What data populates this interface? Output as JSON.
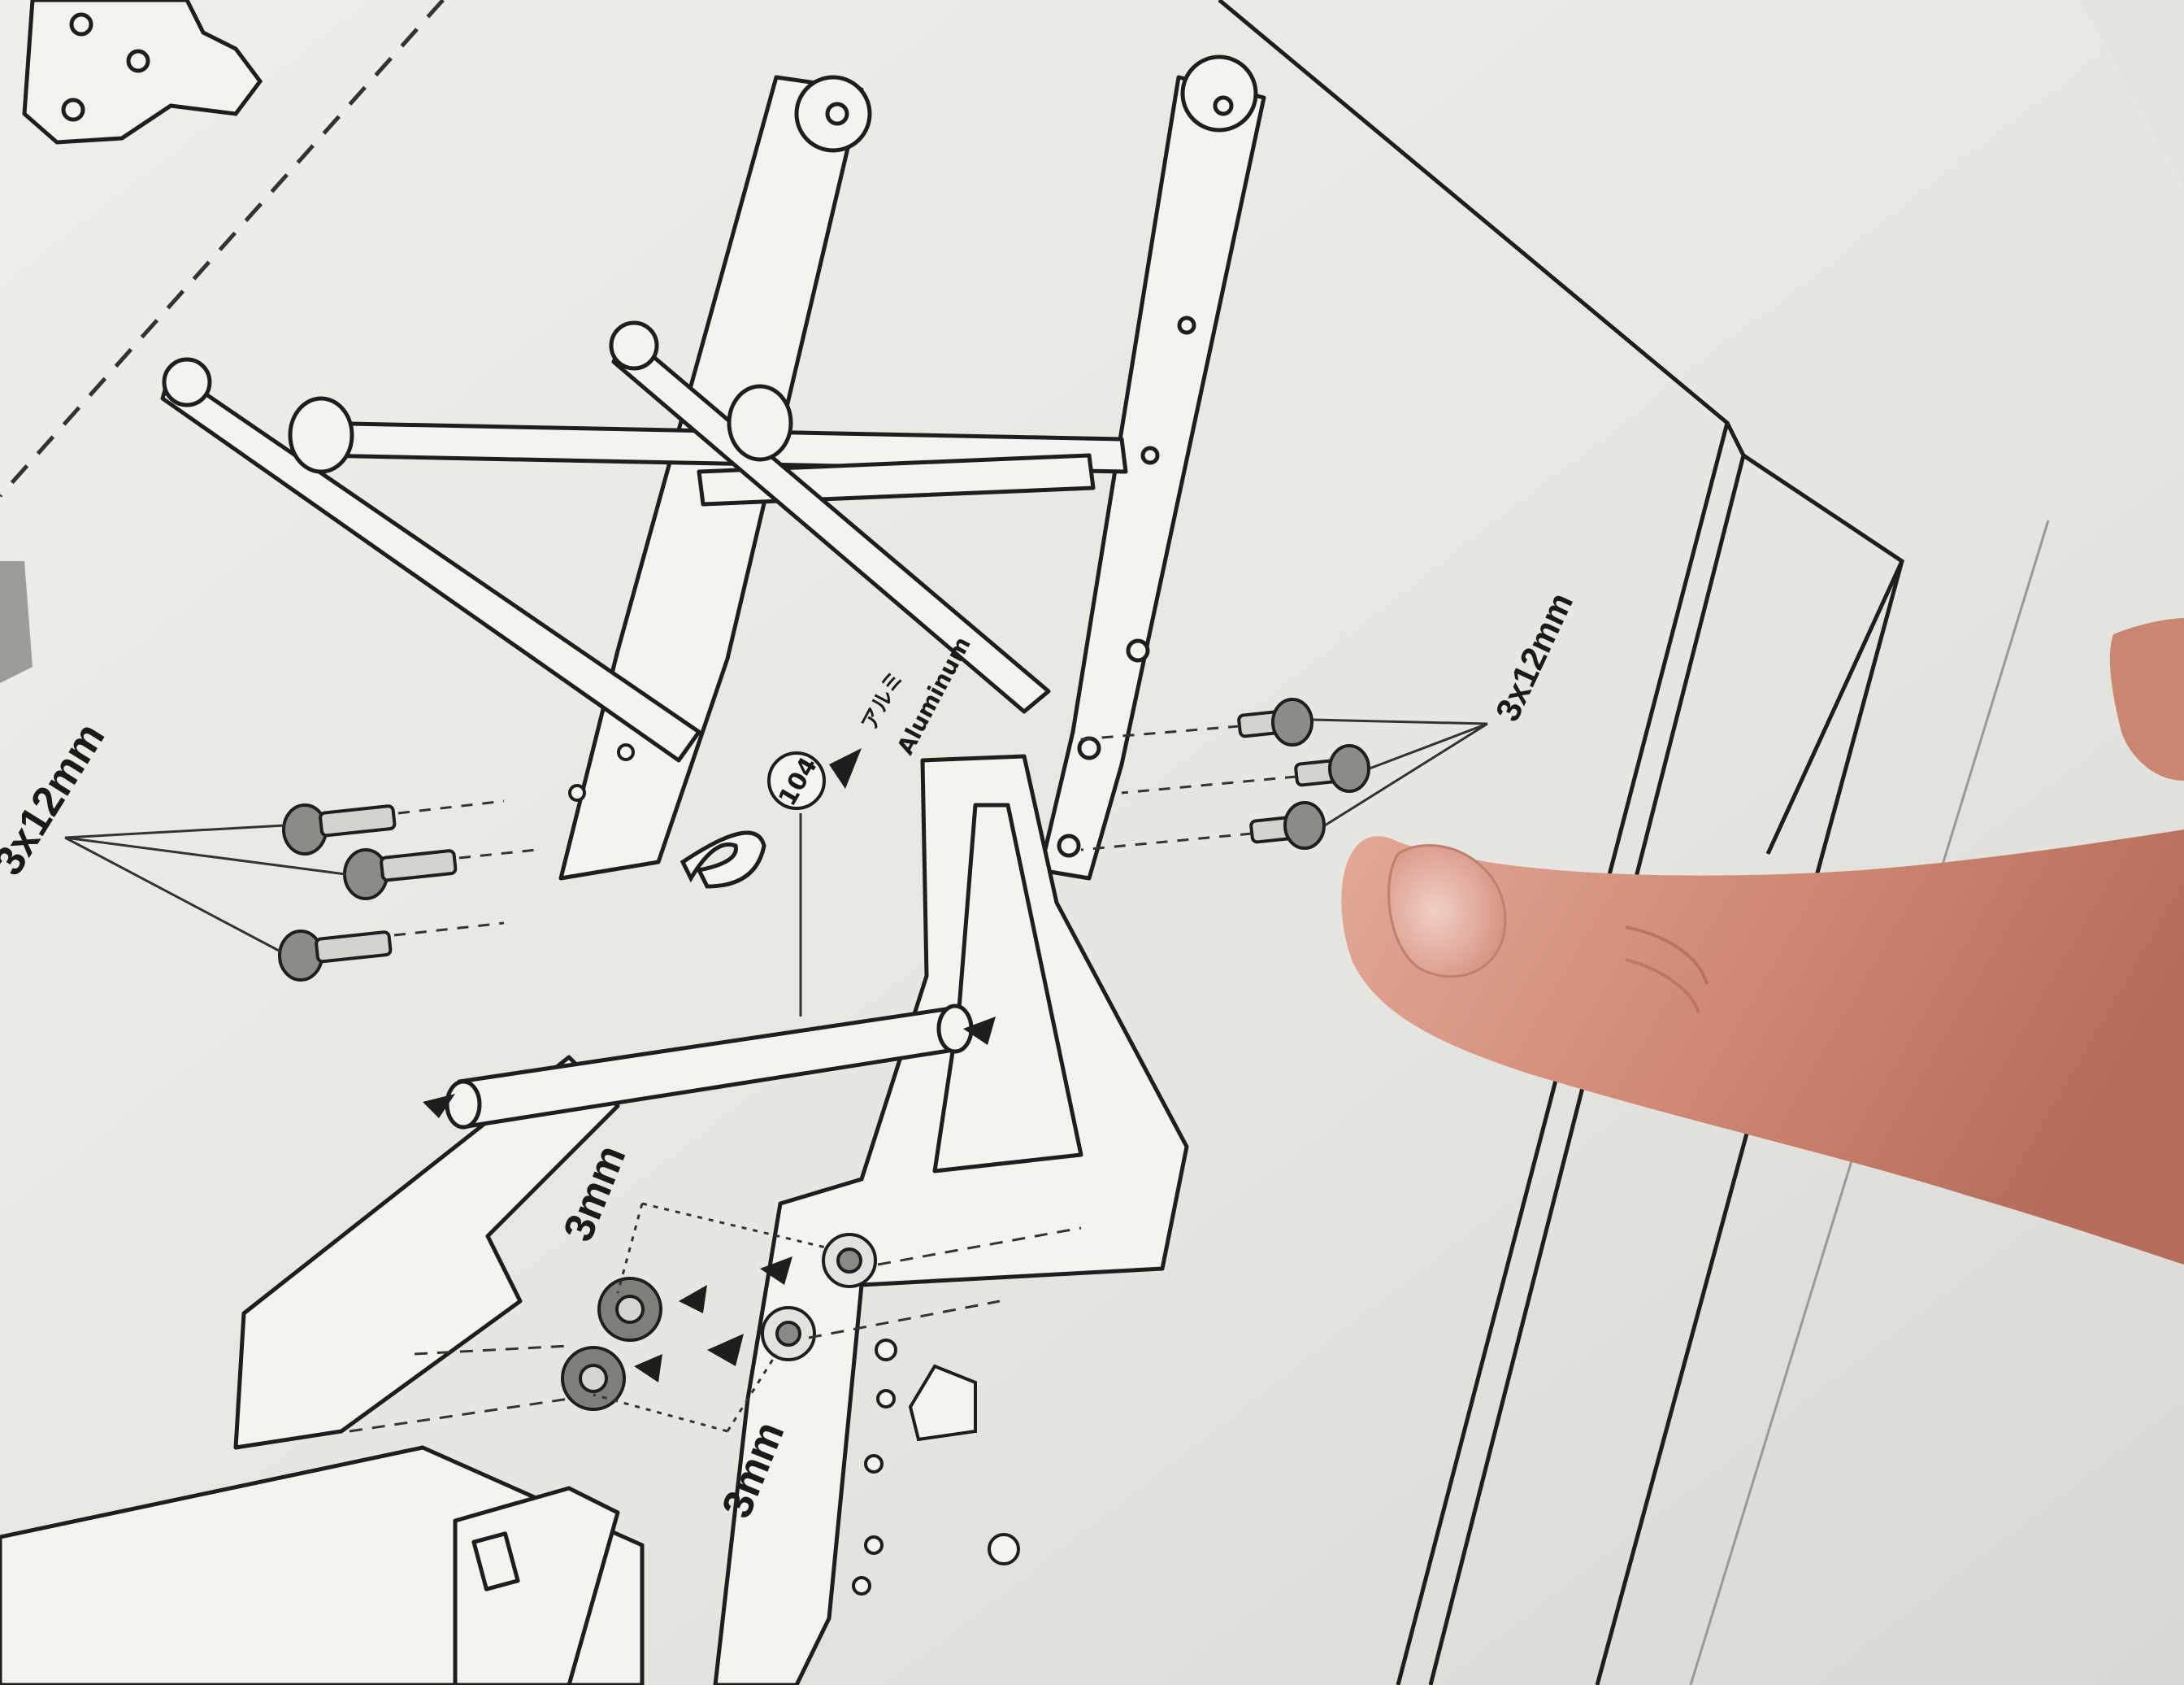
{
  "labels": {
    "screw_left": "3x12mm",
    "screw_right": "3x12mm",
    "nut_top": "3mm",
    "nut_bottom": "3mm",
    "part_number": "104",
    "material_japanese": "アルミ",
    "material_english": "Aluminum"
  },
  "colors": {
    "paper": "#ecebe7",
    "line": "#1e1e1e",
    "skin": "#d99a86",
    "nail": "#e8b9ad"
  }
}
